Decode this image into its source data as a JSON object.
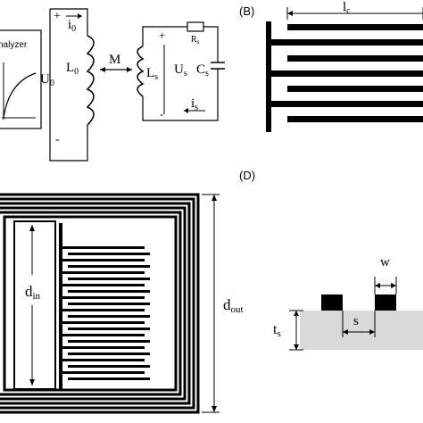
{
  "panel_b": {
    "label": "(B)",
    "dim_main": "l",
    "dim_sub": "c"
  },
  "panel_a": {
    "analyzer_label": "nalyzer",
    "plus_left": "+",
    "minus_left": "-",
    "current_primary": "i",
    "current_primary_sub": "0",
    "voltage_primary": "U",
    "voltage_primary_sub": "0",
    "inductor_primary": "L",
    "inductor_primary_sub": "0",
    "mutual": "M",
    "inductor_secondary": "L",
    "inductor_secondary_sub": "s",
    "resistor": "R",
    "resistor_sub": "s",
    "plus_right": "+",
    "minus_right": "-",
    "voltage_secondary": "U",
    "voltage_secondary_sub": "s",
    "capacitor": "C",
    "capacitor_sub": "s",
    "current_secondary": "i",
    "current_secondary_sub": "s"
  },
  "panel_c": {
    "inner_dim": "d",
    "inner_dim_sub": "in",
    "outer_dim": "d",
    "outer_dim_sub": "out"
  },
  "panel_d": {
    "label": "(D)",
    "width": "w",
    "spacing": "s",
    "thickness": "t",
    "thickness_sub": "s"
  }
}
